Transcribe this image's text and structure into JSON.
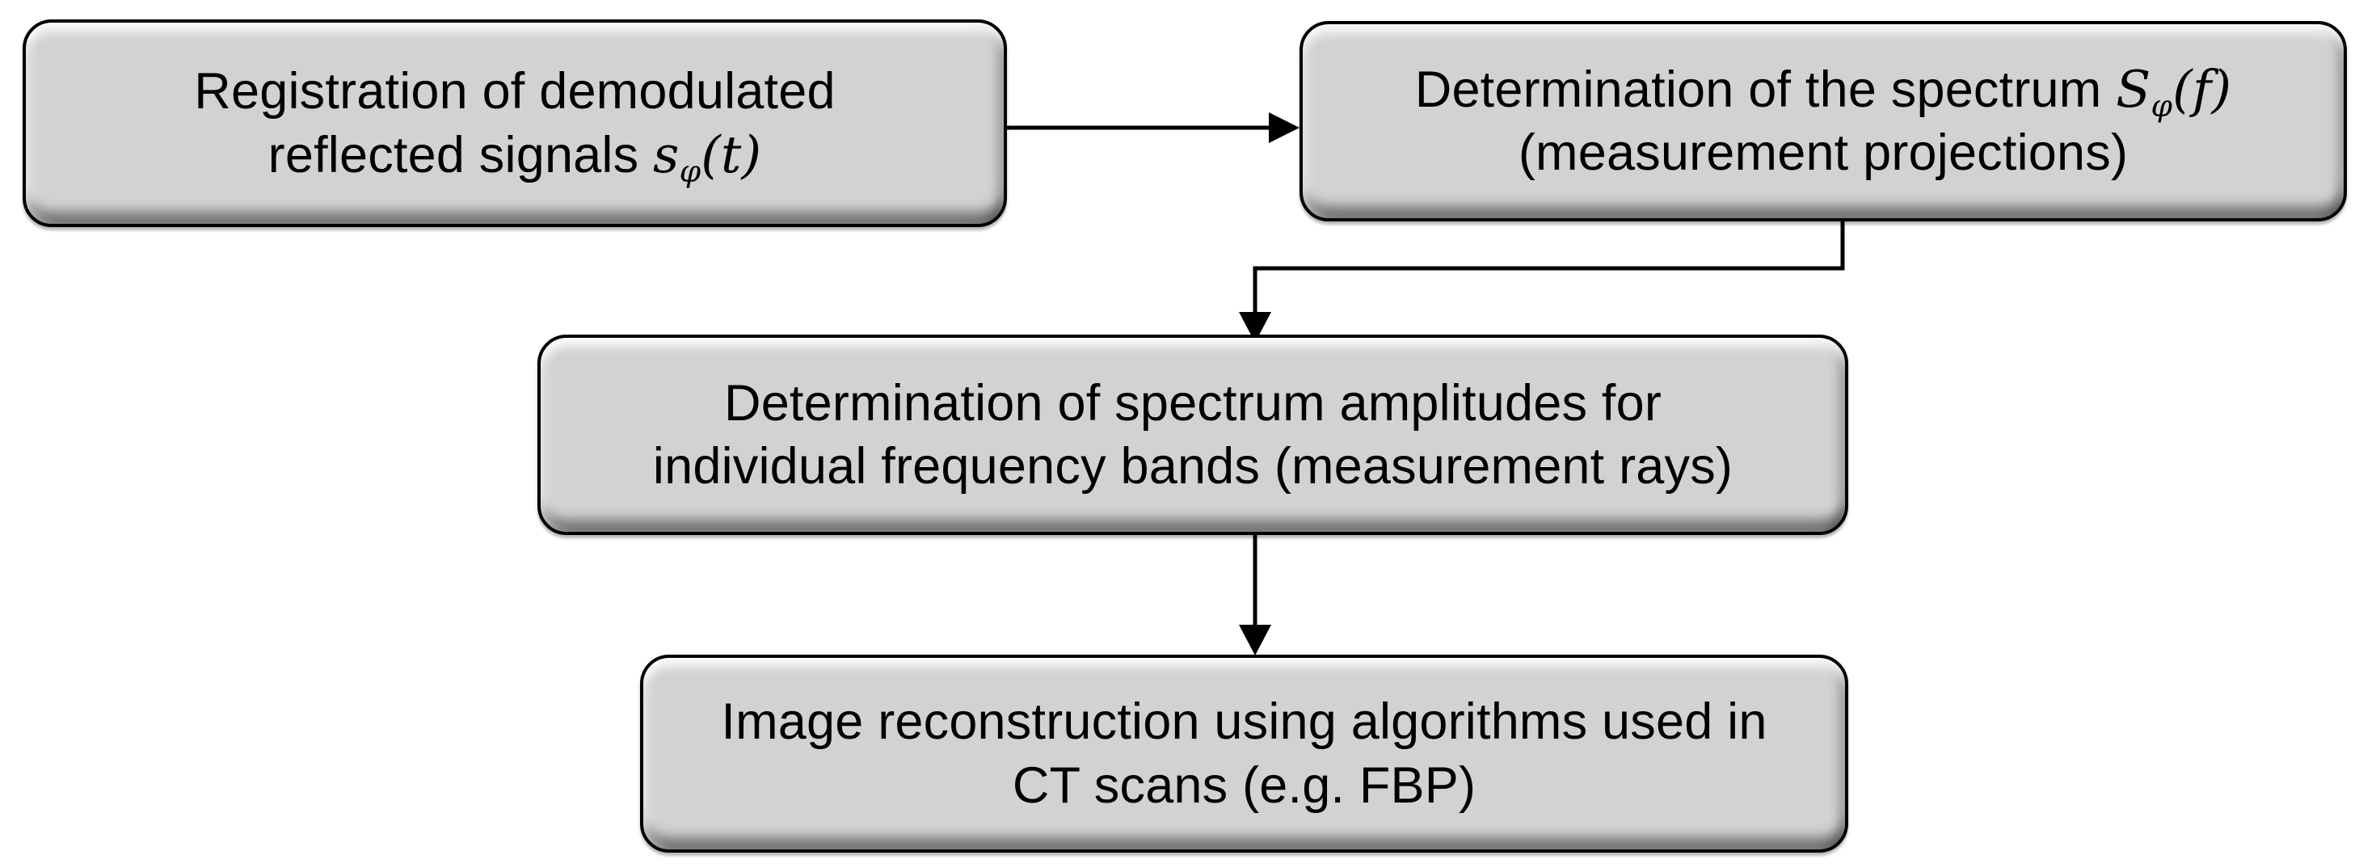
{
  "diagram": {
    "background_color": "#ffffff",
    "node_fill_color": "#d2d2d2",
    "node_border_color": "#000000",
    "text_color": "#000000",
    "nodes": [
      {
        "id": "registration",
        "line1": "Registration of demodulated",
        "line2_prefix": "reflected signals ",
        "math": {
          "base": "s",
          "sub": "φ",
          "tail": "(t)"
        }
      },
      {
        "id": "spectrum",
        "line1_prefix": "Determination of the spectrum ",
        "math": {
          "base": "S",
          "sub": "φ",
          "tail": "(f)"
        },
        "line2": "(measurement projections)"
      },
      {
        "id": "amplitudes",
        "line1": "Determination of spectrum amplitudes for",
        "line2": "individual frequency bands (measurement rays)"
      },
      {
        "id": "reconstruction",
        "line1": "Image reconstruction using algorithms used in",
        "line2": "CT scans (e.g. FBP)"
      }
    ],
    "arrows": [
      {
        "id": "registration-to-spectrum",
        "from": "registration",
        "to": "spectrum"
      },
      {
        "id": "spectrum-to-amplitudes",
        "from": "spectrum",
        "to": "amplitudes"
      },
      {
        "id": "amplitudes-to-reconstruction",
        "from": "amplitudes",
        "to": "reconstruction"
      }
    ]
  }
}
